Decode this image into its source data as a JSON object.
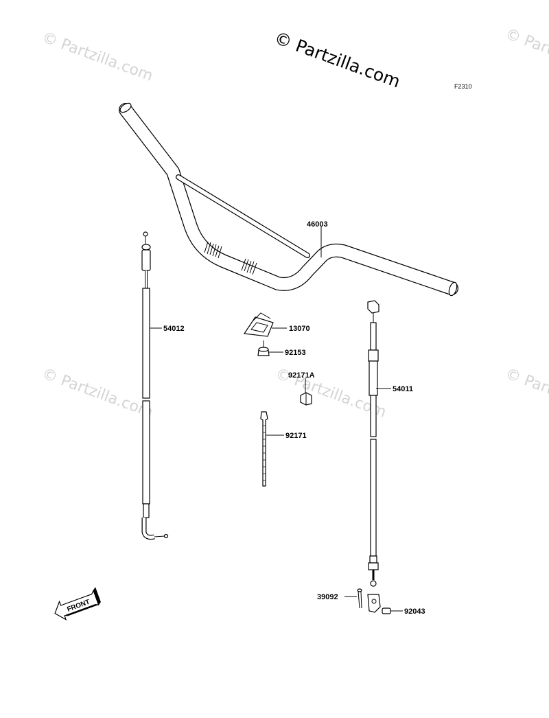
{
  "brand_watermark": "© Partzilla.com",
  "faint_watermark": "© Partzilla.com",
  "figure_code": "F2310",
  "front_arrow_label": "FRONT",
  "parts": {
    "handlebar": "46003",
    "clutch_cable": "54012",
    "holder": "13070",
    "nut": "92153",
    "clamp": "92171A",
    "band": "92171",
    "throttle_cable": "54011",
    "cotter_pin": "39092",
    "pin": "92043"
  }
}
